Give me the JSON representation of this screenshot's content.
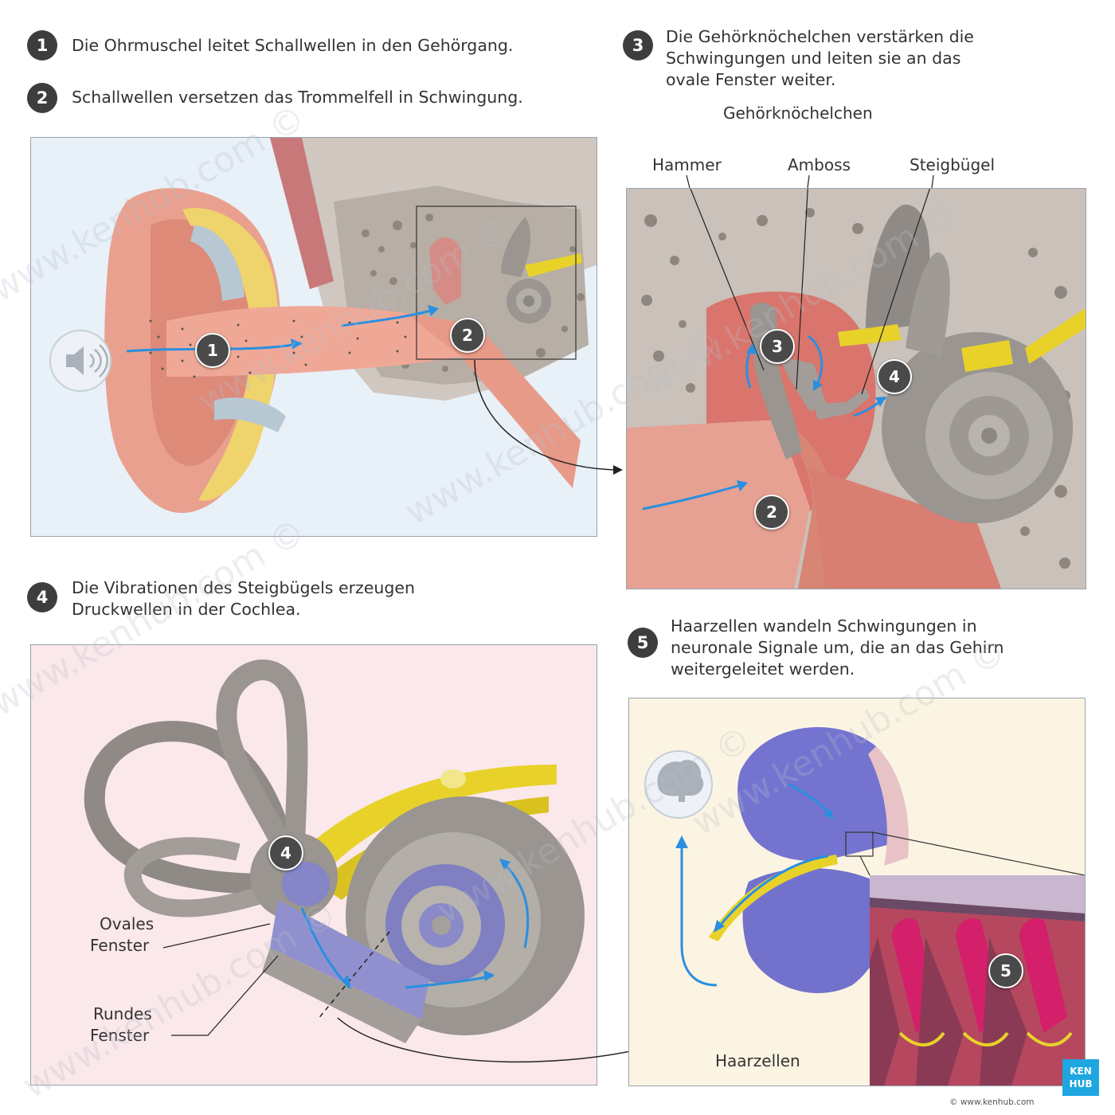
{
  "steps": [
    {
      "num": "1",
      "text": "Die Ohrmuschel leitet Schallwellen in den Gehörgang."
    },
    {
      "num": "2",
      "text": "Schallwellen versetzen das Trommelfell in Schwingung."
    },
    {
      "num": "3",
      "line1": "Die Gehörknöchelchen verstärken die",
      "line2": "Schwingungen und leiten sie an das",
      "line3": "ovale Fenster weiter."
    },
    {
      "num": "4",
      "line1": "Die Vibrationen des Steigbügels erzeugen",
      "line2": "Druckwellen in der Cochlea."
    },
    {
      "num": "5",
      "line1": "Haarzellen wandeln Schwingungen in",
      "line2": "neuronale Signale um, die an das Gehirn",
      "line3": "weitergeleitet werden."
    }
  ],
  "labels": {
    "ossicles_title": "Gehörknöchelchen",
    "hammer": "Hammer",
    "amboss": "Amboss",
    "steigbuegel": "Steigbügel",
    "ovales_1": "Ovales",
    "ovales_2": "Fenster",
    "rundes_1": "Rundes",
    "rundes_2": "Fenster",
    "haarzellen": "Haarzellen"
  },
  "markers": {
    "m1": "1",
    "m2": "2",
    "m3": "3",
    "m4": "4",
    "m5": "5"
  },
  "footer": {
    "copyright": "© www.kenhub.com",
    "logo_line1": "KEN",
    "logo_line2": "HUB"
  },
  "watermark": "www.kenhub.com ©",
  "colors": {
    "badge": "#3d3d3d",
    "arrow": "#2a8fe0",
    "panel1_bg": "#e8f0f8",
    "panel3_bg": "#fbe8ea",
    "panel4_bg": "#fcf4e2",
    "bone": "#9a9590",
    "nerve": "#e8d22a",
    "skin": "#e9a08f",
    "logo": "#1ea6e0"
  }
}
